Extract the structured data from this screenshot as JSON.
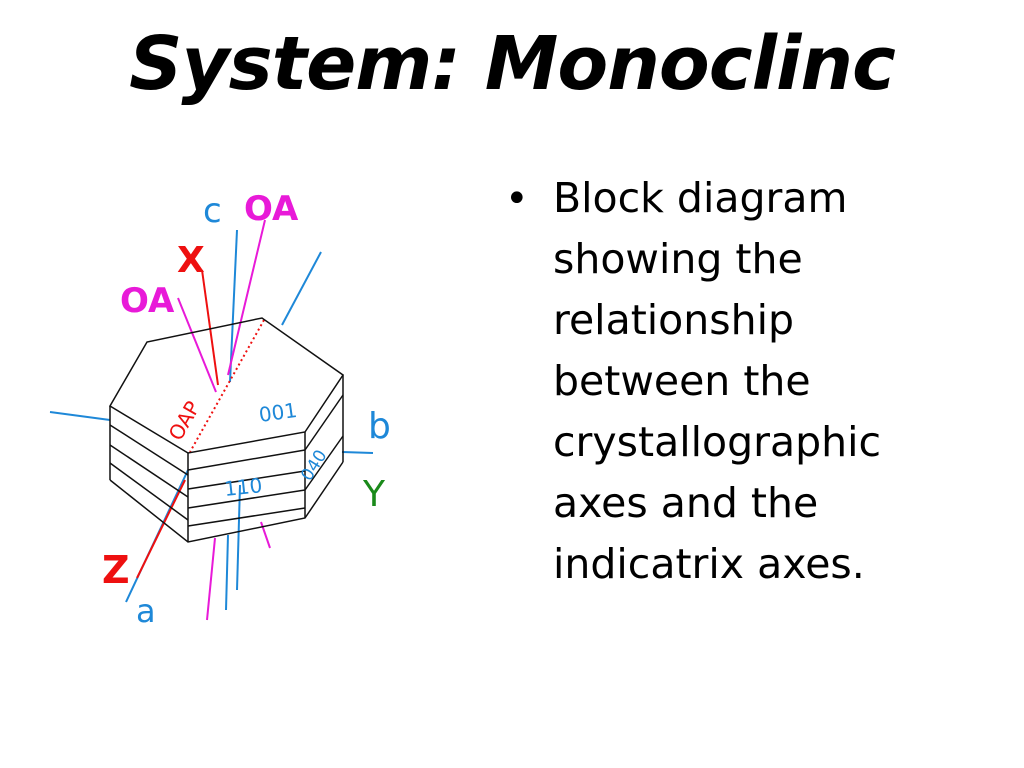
{
  "slide": {
    "title": "System: Monoclinc",
    "bullet_symbol": "•",
    "bullet_lines": [
      "Block diagram",
      "showing the",
      "relationship",
      "between the",
      "crystallographic",
      "axes and the",
      "indicatrix axes."
    ]
  },
  "diagram": {
    "labels": {
      "axis_c": "c",
      "optic_axis_top": "OA",
      "indicatrix_x": "X",
      "optic_axis_left": "OA",
      "optic_axial_plane": "OAP",
      "face_001": "001",
      "face_110": "110",
      "face_040": "040",
      "axis_b": "b",
      "indicatrix_y": "Y",
      "indicatrix_z": "Z",
      "axis_a": "a"
    },
    "colors": {
      "crystal_axis": "#1e88d8",
      "optic_axis": "#e81ad8",
      "indicatrix_axis": "#ee1010",
      "indicatrix_y": "#1a8a1a",
      "outline": "#111111"
    }
  }
}
